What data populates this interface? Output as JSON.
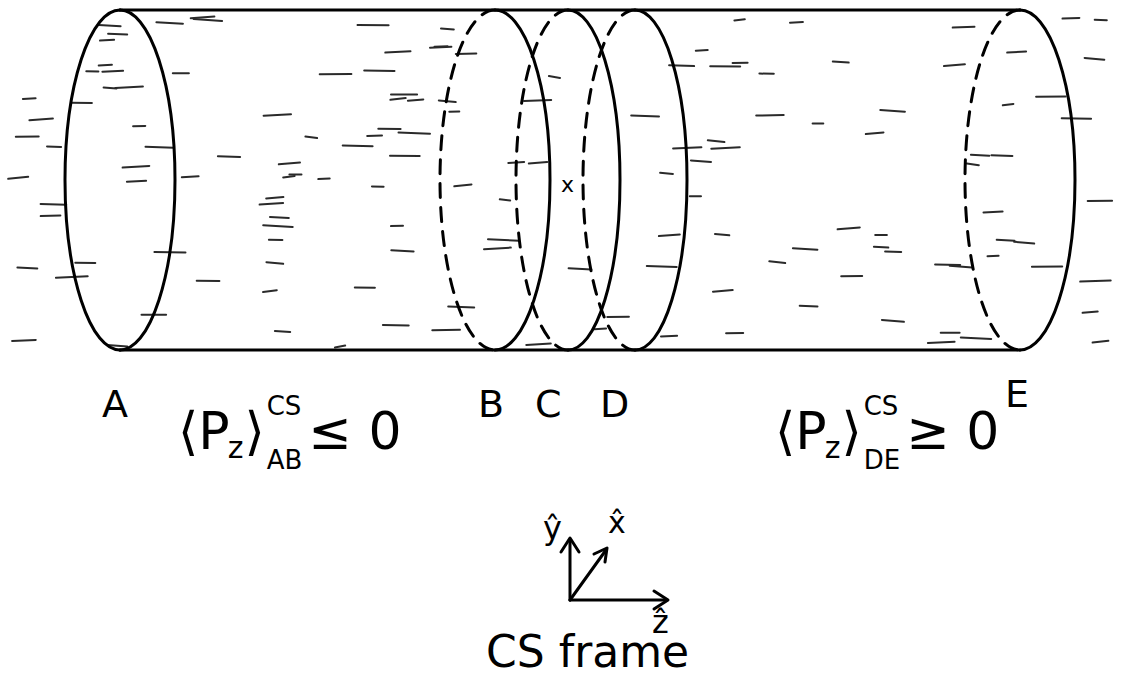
{
  "diagram": {
    "labels": [
      "A",
      "B",
      "C",
      "D",
      "E",
      "x",
      "⟨P",
      "z",
      "⟩",
      "CS",
      "AB",
      "≤ 0",
      "⟨P",
      "z",
      "⟩",
      "CS",
      "DE",
      "≥ 0",
      "ŷ",
      "x̂",
      "ẑ",
      "CS frame"
    ]
  }
}
